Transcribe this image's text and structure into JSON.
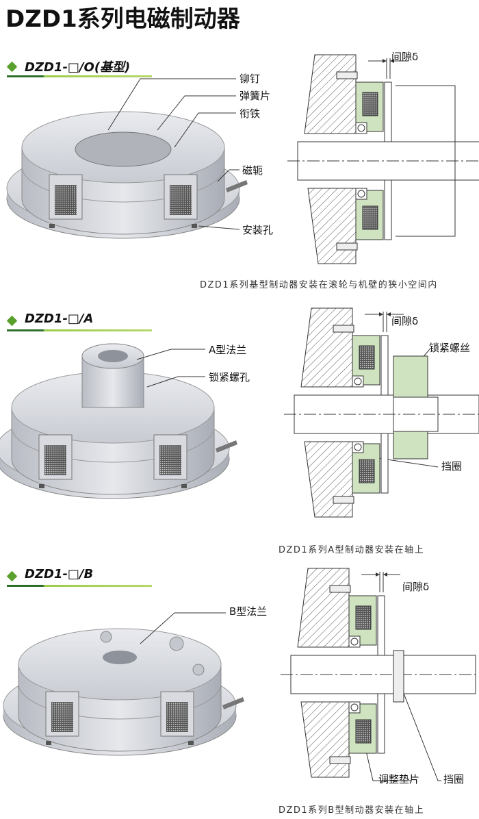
{
  "title": "DZD1系列电磁制动器",
  "colors": {
    "accent_green": "#5aa02c",
    "body_green": "#cfe3c0"
  },
  "sections": [
    {
      "label": "DZD1-□/O(基型)",
      "part_labels": [
        "铆钉",
        "弹簧片",
        "衔铁",
        "磁轭",
        "安装孔"
      ],
      "diagram_labels": [
        "间隙δ"
      ],
      "caption": "DZD1系列基型制动器安装在滚轮与机壁的狭小空间内"
    },
    {
      "label": "DZD1-□/A",
      "part_labels": [
        "A型法兰",
        "锁紧螺孔"
      ],
      "diagram_labels": [
        "间隙δ",
        "锁紧螺丝",
        "挡圈"
      ],
      "caption": "DZD1系列A型制动器安装在轴上"
    },
    {
      "label": "DZD1-□/B",
      "part_labels": [
        "B型法兰"
      ],
      "diagram_labels": [
        "间隙δ",
        "调整垫片",
        "挡圈"
      ],
      "caption": "DZD1系列B型制动器安装在轴上"
    }
  ]
}
